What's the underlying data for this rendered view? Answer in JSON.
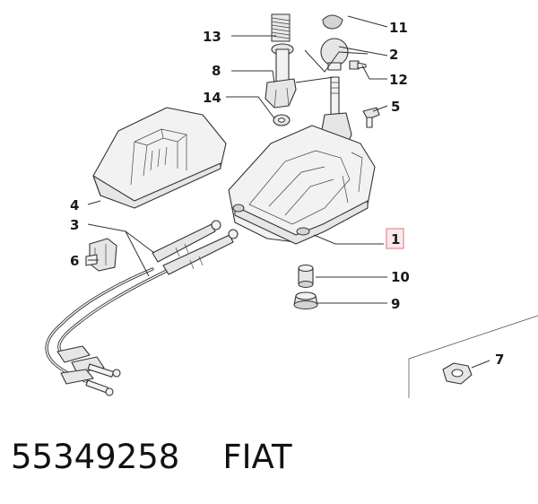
{
  "callouts": {
    "c1": "1",
    "c2": "2",
    "c3": "3",
    "c4": "4",
    "c5": "5",
    "c6": "6",
    "c7": "7",
    "c8": "8",
    "c9": "9",
    "c10": "10",
    "c11": "11",
    "c12": "12",
    "c13": "13",
    "c14": "14"
  },
  "highlight_color": "#e8a0a8",
  "caption": {
    "part_number": "55349258",
    "brand": "FIAT"
  }
}
